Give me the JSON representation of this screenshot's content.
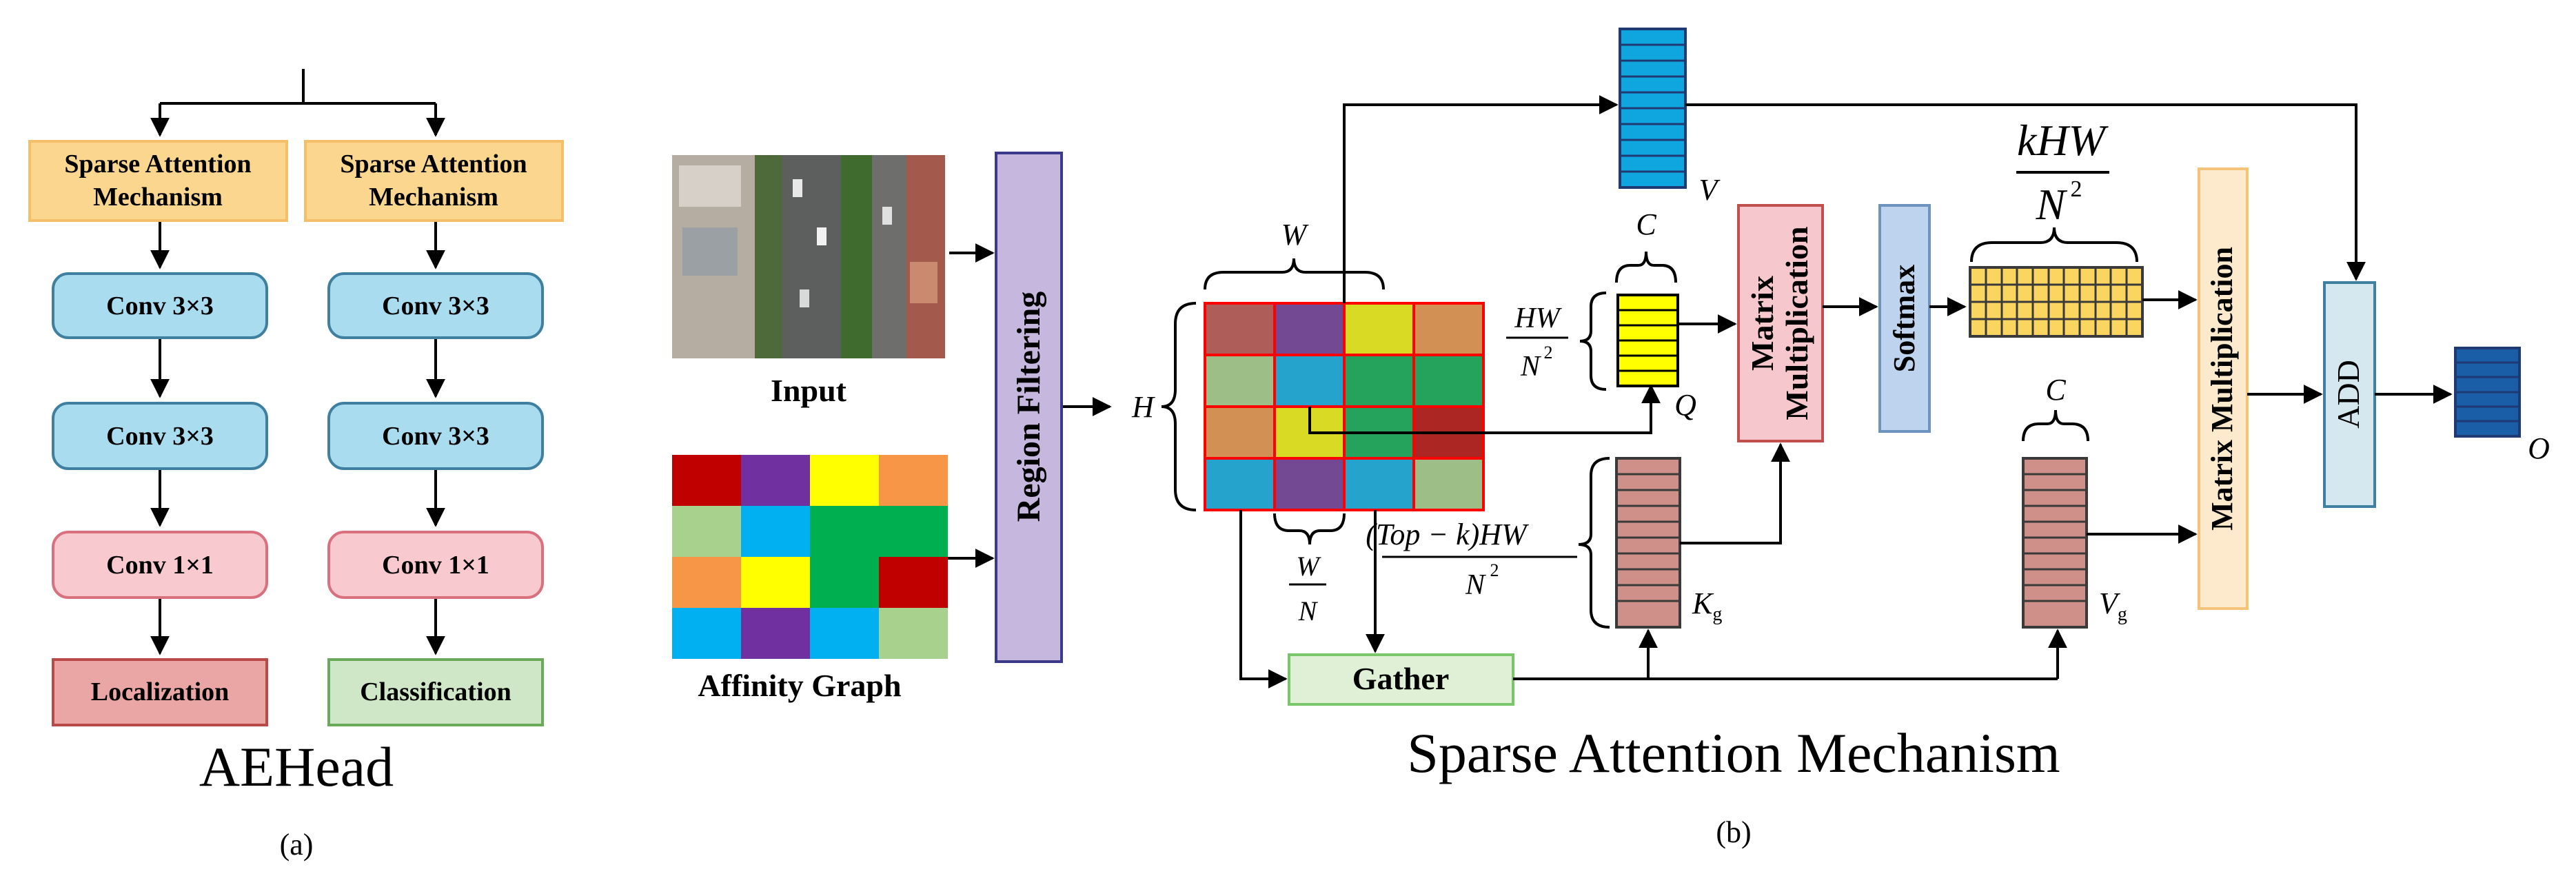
{
  "panel_a": {
    "heads": [
      {
        "attention": [
          "Sparse Attention",
          "Mechanism"
        ],
        "conv1": "Conv 3×3",
        "conv2": "Conv 3×3",
        "conv3": "Conv 1×1",
        "output": "Localization"
      },
      {
        "attention": [
          "Sparse Attention",
          "Mechanism"
        ],
        "conv1": "Conv 3×3",
        "conv2": "Conv 3×3",
        "conv3": "Conv 1×1",
        "output": "Classification"
      }
    ],
    "title": "AEHead",
    "caption": "(a)"
  },
  "panel_b": {
    "input_label": "Input",
    "affinity_label": "Affinity Graph",
    "region_filtering": "Region Filtering",
    "H": "H",
    "W": "W",
    "W_over_N": {
      "num": "W",
      "den": "N"
    },
    "HW_over_N2": {
      "num": "HW",
      "den": "N",
      "exp": "2"
    },
    "topk": {
      "num": "(Top − k)HW",
      "den": "N",
      "exp": "2"
    },
    "kHW_over_N2": {
      "num": "kHW",
      "den": "N",
      "exp": "2"
    },
    "C": "C",
    "V": "V",
    "Q": "Q",
    "Kg": {
      "base": "K",
      "sub": "g"
    },
    "Vg": {
      "base": "V",
      "sub": "g"
    },
    "O": "O",
    "matmul1": [
      "Matrix",
      "Multiplication"
    ],
    "softmax": "Softmax",
    "matmul2": "Matrix Multiplication",
    "add": "ADD",
    "gather": "Gather",
    "title": "Sparse Attention Mechanism",
    "caption": "(b)"
  },
  "colors": {
    "attention_fill": "#fad68e",
    "conv_fill": "#a9dcef",
    "conv1x1_fill": "#f9c9d0",
    "localization_fill": "#e9a6a4",
    "classification_fill": "#cfe7c6",
    "region_filtering_fill": "#c5b7dd",
    "matmul1_fill": "#f6c7cc",
    "softmax_fill": "#bdd3ee",
    "matmul2_fill": "#fdeacd",
    "add_fill": "#d5e8f0",
    "gather_fill": "#dff0d7",
    "V_fill": "#0fa6df",
    "Q_fill": "#ffff00",
    "K_fill": "#d0908a",
    "kHW_fill": "#fad560",
    "O_fill": "#1a5ea8"
  },
  "affinity_grid": [
    [
      "#c00000",
      "#7030a0",
      "#ffff00",
      "#f79646"
    ],
    [
      "#a9d18e",
      "#00b0f0",
      "#00b050",
      "#00b050"
    ],
    [
      "#f79646",
      "#ffff00",
      "#00b050",
      "#c00000"
    ],
    [
      "#00b0f0",
      "#7030a0",
      "#00b0f0",
      "#a9d18e"
    ]
  ]
}
